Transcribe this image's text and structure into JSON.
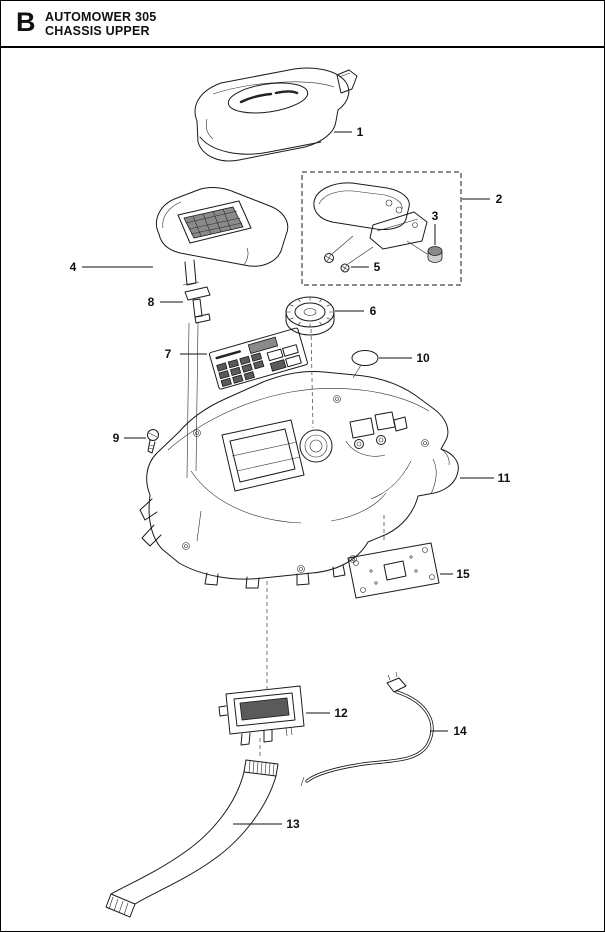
{
  "header": {
    "section_letter": "B",
    "model": "AUTOMOWER 305",
    "section": "CHASSIS UPPER"
  },
  "diagram": {
    "type": "exploded-parts-diagram",
    "colors": {
      "line": "#1a1a1a",
      "background": "#ffffff"
    },
    "parts": [
      {
        "number": "1"
      },
      {
        "number": "2"
      },
      {
        "number": "3"
      },
      {
        "number": "4"
      },
      {
        "number": "5"
      },
      {
        "number": "6"
      },
      {
        "number": "7"
      },
      {
        "number": "8"
      },
      {
        "number": "9"
      },
      {
        "number": "10"
      },
      {
        "number": "11"
      },
      {
        "number": "12"
      },
      {
        "number": "13"
      },
      {
        "number": "14"
      },
      {
        "number": "15"
      }
    ]
  }
}
